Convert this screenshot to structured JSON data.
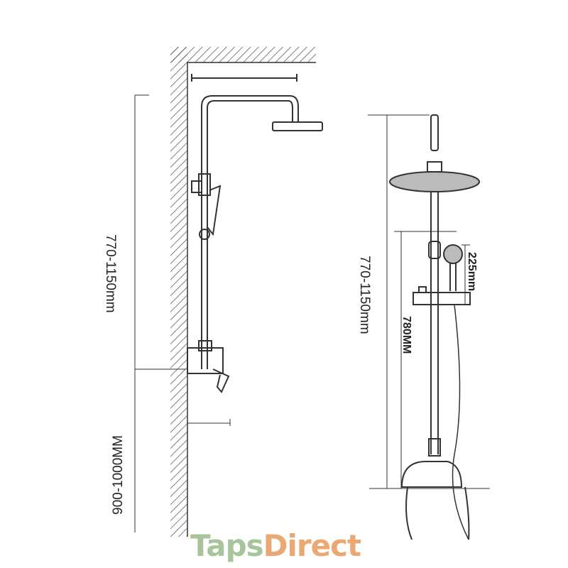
{
  "dimensions": {
    "left_total_height": "770-1150mm",
    "left_inlet_height": "900-1000MM",
    "right_total_height": "770-1150mm",
    "right_slider_height": "780MM",
    "handset_length": "225mm"
  },
  "logo": {
    "part1": "Taps",
    "part2": "Direct"
  },
  "colors": {
    "logo_green": "#a8c49a",
    "logo_orange": "#eaa873",
    "line": "#333333"
  }
}
